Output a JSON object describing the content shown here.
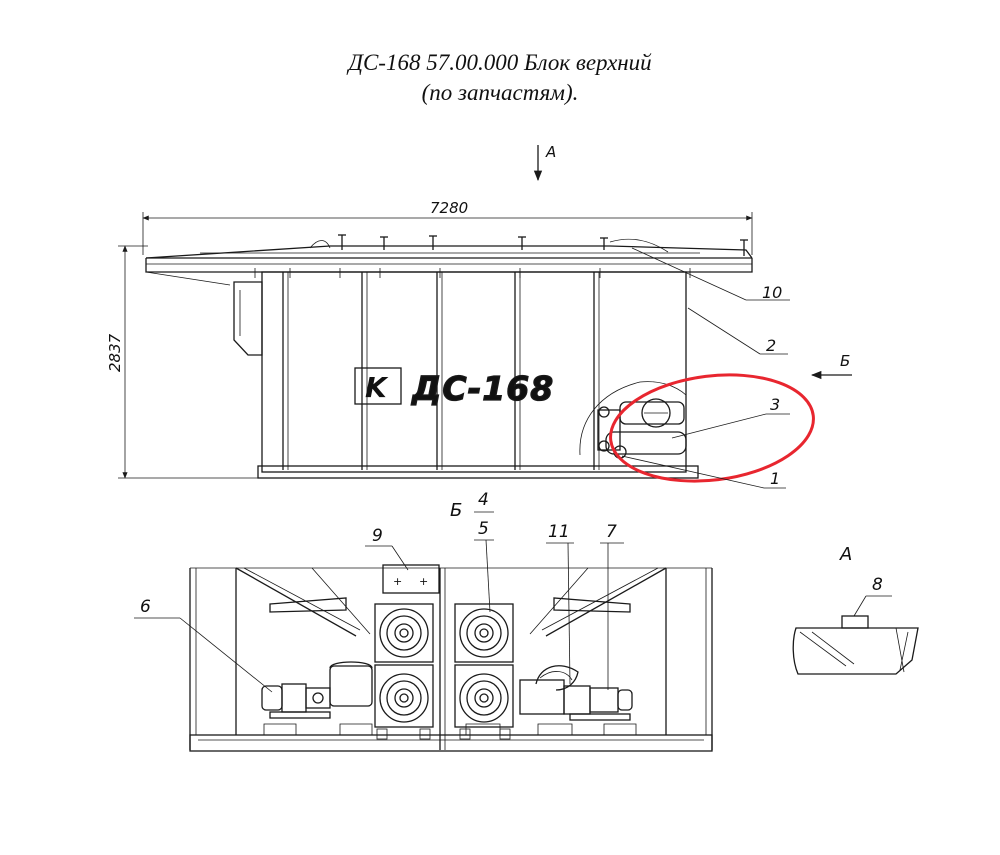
{
  "title": {
    "line1": "ДС-168 57.00.000 Блок верхний",
    "line2": "(по запчастям)."
  },
  "dimensions": {
    "width": "7280",
    "height": "2837"
  },
  "views": {
    "arrow_a": "А",
    "arrow_b": "Б",
    "section_b": "Б",
    "view_a": "А"
  },
  "logo_text": "ДС-168",
  "callouts": {
    "c1": "1",
    "c2": "2",
    "c3": "3",
    "c4": "4",
    "c5": "5",
    "c6": "6",
    "c7": "7",
    "c8": "8",
    "c9": "9",
    "c10": "10",
    "c11": "11"
  },
  "highlight": {
    "color": "#e8262f"
  }
}
